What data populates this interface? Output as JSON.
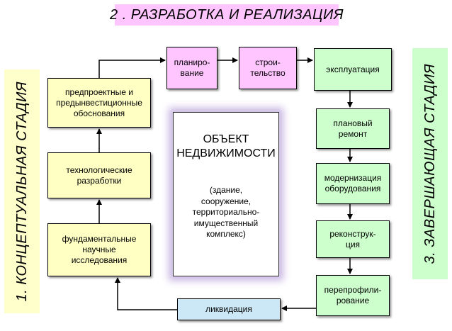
{
  "stages": {
    "stage1": "1. КОНЦЕПТУАЛЬНАЯ СТАДИЯ",
    "stage2": "2 . РАЗРАБОТКА  И  РЕАЛИЗАЦИЯ",
    "stage3": "3. ЗАВЕРШАЮЩАЯ СТАДИЯ"
  },
  "left_column": {
    "fundamental": "фундаментальные\nнаучные\nисследования",
    "technological": "технологические\nразработки",
    "preproject": "предпроектные и\nпредынвестиционные\nобоснования"
  },
  "top_row": {
    "planning": "планиро-\nвание",
    "construction": "строи-\nтельство"
  },
  "right_column": {
    "exploitation": "эксплуатация",
    "planned_repair": "плановый\nремонт",
    "modernization": "модернизация\nоборудования",
    "reconstruction": "реконструк-\nция",
    "reprofiling": "перепрофили-\nрование"
  },
  "bottom": {
    "liquidation": "ликвидация"
  },
  "center": {
    "title": "ОБЪЕКТ\nНЕДВИЖИМОСТИ",
    "subtitle": "(здание,\nсооружение,\nтерриториально-\nимущественный\nкомплекс)"
  },
  "colors": {
    "stage1_bg": "#ffffcc",
    "stage2_bg": "#ffc5ff",
    "stage3_bg": "#ccffcc",
    "left_boxes": "#ffffc4",
    "top_boxes": "#ffc5ff",
    "right_boxes": "#ccffcc",
    "liquidation": "#cce8f6",
    "center_glow": "#c9b7e3"
  }
}
